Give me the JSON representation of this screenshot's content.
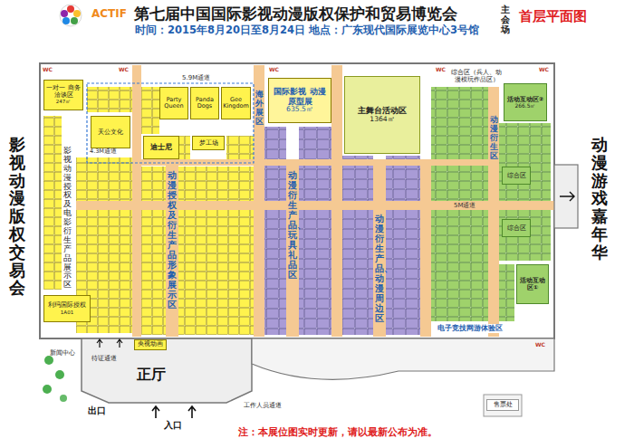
{
  "diagram": {
    "title": "第七届中国国际影视动漫版权保护和贸易博览会",
    "nodes": [
      {
        "text": [
          "一对一 商务洽谈区",
          "247㎡"
        ]
      },
      {
        "text": [
          "天公文化"
        ]
      },
      {
        "text": [
          "Party Queen"
        ]
      },
      {
        "text": [
          "Panda Dogs"
        ]
      },
      {
        "text": [
          "Gee Kingdom"
        ]
      },
      {
        "text": [
          "迪士尼"
        ]
      },
      {
        "text": [
          "梦工场"
        ]
      },
      {
        "text": [
          "国际影视 动漫原型展",
          "635.5㎡"
        ]
      },
      {
        "text": [
          "主舞台活动区",
          "1364㎡"
        ]
      },
      {
        "text": [
          "活动互动区②",
          "266.5㎡"
        ]
      },
      {
        "text": [
          "综合区"
        ]
      },
      {
        "text": [
          "综合区"
        ]
      },
      {
        "text": [
          "活动互动区①"
        ]
      },
      {
        "text": [
          "利玛国际授权",
          "1A01"
        ]
      },
      {
        "text": [
          "央视动画"
        ]
      },
      {
        "text": [
          "售票处"
        ]
      }
    ],
    "labels": [
      "ACTIF",
      "时间：2015年8月20日至8月24日 地点：广东现代国际展览中心3号馆",
      "主会场",
      "首层平面图",
      "影视动漫版权交易会",
      "动漫游戏嘉年华",
      "影视动漫授权及电影衍生产品展示区",
      "海外展区",
      "动漫授权及衍生产品形象展示区",
      "动漫衍生产品、玩具礼品区",
      "动漫衍生产品、动漫周边区",
      "动漫衍生区",
      "综合区（兵人、动漫模玩作品区）",
      "电子竞技网游体验区",
      "5M通道",
      "4.3M通道",
      "5.9M通道",
      "新闻中心",
      "待证通道",
      "正厅",
      "出口",
      "入口",
      "工作人员通道",
      "注：本展位图实时更新，请以最新公布为准。",
      "WC",
      "WC",
      "WC",
      "WC",
      "WC",
      "WC"
    ]
  }
}
